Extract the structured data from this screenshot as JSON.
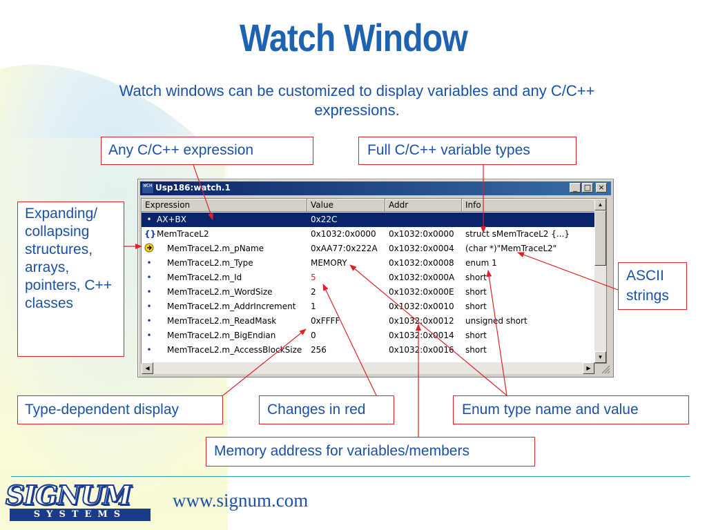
{
  "slide": {
    "title": "Watch Window",
    "subtitle": "Watch windows can be customized to display variables and any C/C++ expressions.",
    "url": "www.signum.com"
  },
  "logo": {
    "top": "SIGNUM",
    "bottom": "SYSTEMS"
  },
  "callouts": {
    "any_expression": "Any C/C++ expression",
    "full_types": "Full C/C++ variable types",
    "expanding": "Expanding/ collapsing structures, arrays, pointers, C++ classes",
    "ascii": "ASCII strings",
    "type_dependent": "Type-dependent display",
    "changes_red": "Changes in red",
    "enum_type": "Enum type name and value",
    "memory_address": "Memory address for variables/members"
  },
  "watch_window": {
    "title": "Usp186:watch.1",
    "icon_text": "WCH",
    "buttons": {
      "minimize": "_",
      "maximize": "□",
      "close": "×"
    },
    "columns": [
      "Expression",
      "Value",
      "Addr",
      "Info"
    ],
    "rows": [
      {
        "icon": "•",
        "expression": "AX+BX",
        "value": "0x22C",
        "addr": "",
        "info": "",
        "selected": true
      },
      {
        "icon": "{}",
        "expression": "MemTraceL2",
        "value": "0x1032:0x0000",
        "addr": "0x1032:0x0000",
        "info": "struct sMemTraceL2 {...}"
      },
      {
        "icon": "pointer",
        "expression": "MemTraceL2.m_pName",
        "value": "0xAA77:0x222A",
        "addr": "0x1032:0x0004",
        "info": "(char *)\"MemTraceL2\""
      },
      {
        "icon": "•",
        "expression": "MemTraceL2.m_Type",
        "value": "MEMORY",
        "addr": "0x1032:0x0008",
        "info": "enum 1"
      },
      {
        "icon": "•",
        "expression": "MemTraceL2.m_Id",
        "value": "5",
        "addr": "0x1032:0x000A",
        "info": "short",
        "changed": true
      },
      {
        "icon": "•",
        "expression": "MemTraceL2.m_WordSize",
        "value": "2",
        "addr": "0x1032:0x000E",
        "info": "short"
      },
      {
        "icon": "•",
        "expression": "MemTraceL2.m_AddrIncrement",
        "value": "1",
        "addr": "0x1032:0x0010",
        "info": "short"
      },
      {
        "icon": "•",
        "expression": "MemTraceL2.m_ReadMask",
        "value": "0xFFFF",
        "addr": "0x1032:0x0012",
        "info": "unsigned short"
      },
      {
        "icon": "•",
        "expression": "MemTraceL2.m_BigEndian",
        "value": "0",
        "addr": "0x1032:0x0014",
        "info": "short"
      },
      {
        "icon": "•",
        "expression": "MemTraceL2.m_AccessBlockSize",
        "value": "256",
        "addr": "0x1032:0x0016",
        "info": "short"
      }
    ]
  },
  "colors": {
    "title": "#1f63b0",
    "text": "#1a50a8",
    "callout_border": "#e0202a",
    "arrow": "#e0202a",
    "changed_value": "#e0202a",
    "selection": "#0a246a"
  }
}
